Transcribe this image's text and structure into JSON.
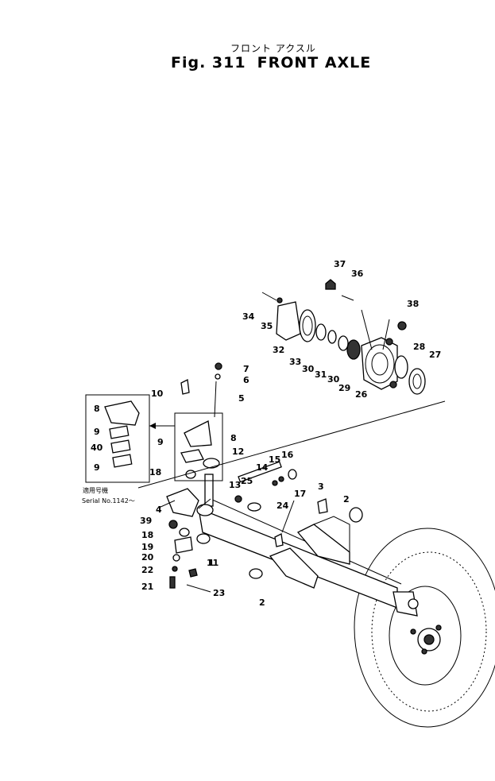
{
  "header": {
    "subtitle_jp": "フロント アクスル",
    "fig_label": "Fig. 311",
    "title": "FRONT AXLE"
  },
  "serial_note": {
    "jp": "適用号機",
    "text": "Serial No.1142～"
  },
  "callouts": {
    "c1": "1",
    "c2a": "2",
    "c2b": "2",
    "c3": "3",
    "c4": "4",
    "c5": "5",
    "c6": "6",
    "c7": "7",
    "c8a": "8",
    "c8b": "8",
    "c9a": "9",
    "c9b": "9",
    "c9c": "9",
    "c10": "10",
    "c11": "11",
    "c12": "12",
    "c13": "13",
    "c14": "14",
    "c15": "15",
    "c16": "16",
    "c17": "17",
    "c18a": "18",
    "c18b": "18",
    "c19": "19",
    "c20": "20",
    "c21": "21",
    "c22": "22",
    "c23": "23",
    "c24": "24",
    "c25": "25",
    "c26": "26",
    "c27": "27",
    "c28": "28",
    "c29": "29",
    "c30a": "30",
    "c30b": "30",
    "c31": "31",
    "c32": "32",
    "c33": "33",
    "c34": "34",
    "c35": "35",
    "c36": "36",
    "c37": "37",
    "c38": "38",
    "c39": "39",
    "c40": "40"
  }
}
